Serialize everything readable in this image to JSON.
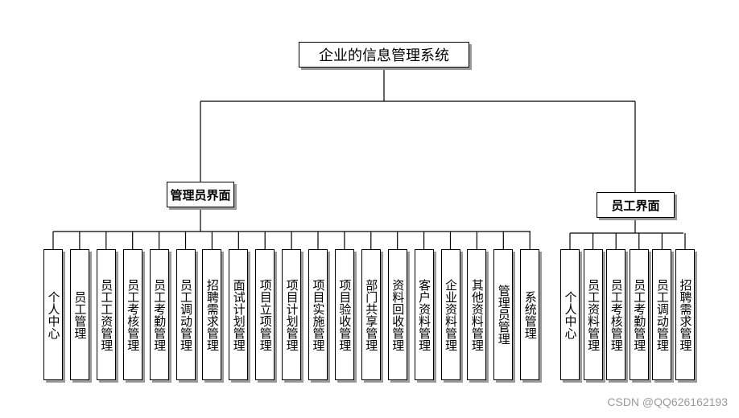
{
  "root": {
    "label": "企业的信息管理系统"
  },
  "branches": [
    {
      "label": "管理员界面",
      "children": [
        "个人中心",
        "员工管理",
        "员工工资管理",
        "员工考核管理",
        "员工考勤管理",
        "员工调动管理",
        "招聘需求管理",
        "面试计划管理",
        "项目立项管理",
        "项目计划管理",
        "项目实施管理",
        "项目验收管理",
        "部门共享管理",
        "资料回收管理",
        "客户资料管理",
        "企业资料管理",
        "其他资料管理",
        "管理员管理",
        "系统管理"
      ]
    },
    {
      "label": "员工界面",
      "children": [
        "个人中心",
        "员工资料管理",
        "员工考核管理",
        "员工考勤管理",
        "员工调动管理",
        "招聘需求管理"
      ]
    }
  ],
  "watermark": "CSDN @QQ626162193"
}
